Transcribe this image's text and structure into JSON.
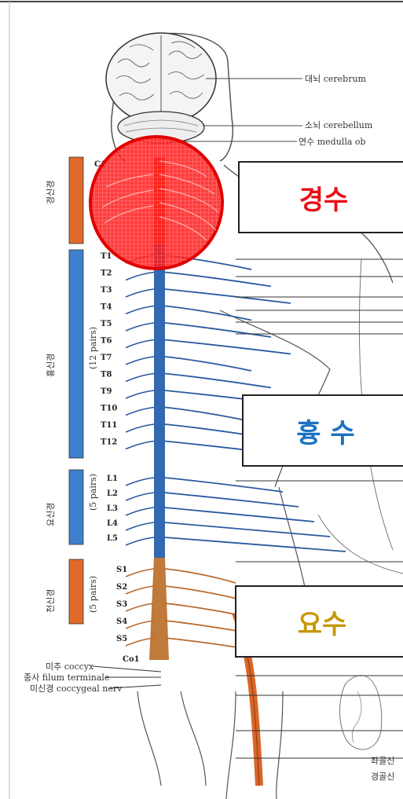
{
  "labels": {
    "cervical": "경수",
    "thoracic": "흉 수",
    "lumbar": "요수"
  },
  "label_colors": {
    "cervical": "#e8111a",
    "thoracic": "#1b72c2",
    "lumbar": "#c8980c"
  },
  "structures": {
    "cerebrum": "대뇌 cerebrum",
    "cerebellum": "소뇌 cerebellum",
    "medulla": "연수 medulla ob",
    "coccyx": "미추 coccyx",
    "filum": "종사 filum terminale",
    "coccygeal": "미신경 coccygeal nerv",
    "bottom1": "좌골신",
    "bottom2": "경골신"
  },
  "side_bars": {
    "cervical": "경신경",
    "thoracic": "흉신경",
    "thoracic_pairs": "(12 pairs)",
    "lumbar": "요신경",
    "lumbar_pairs": "(5 pairs)",
    "sacral": "천신경",
    "sacral_pairs": "(5 pairs)"
  },
  "segments": {
    "c1": "C1",
    "thoracic": [
      "T1",
      "T2",
      "T3",
      "T4",
      "T5",
      "T6",
      "T7",
      "T8",
      "T9",
      "T10",
      "T11",
      "T12"
    ],
    "lumbar": [
      "L1",
      "L2",
      "L3",
      "L4",
      "L5"
    ],
    "sacral": [
      "S1",
      "S2",
      "S3",
      "S4",
      "S5"
    ],
    "co1": "Co1"
  },
  "highlight_color": "#ff1a1a"
}
